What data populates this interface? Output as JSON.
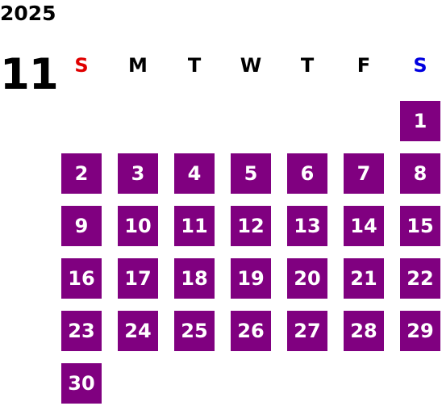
{
  "calendar": {
    "year": "2025",
    "month": "11",
    "weekdays": [
      {
        "label": "S",
        "color": "#e00000"
      },
      {
        "label": "M",
        "color": "#000000"
      },
      {
        "label": "T",
        "color": "#000000"
      },
      {
        "label": "W",
        "color": "#000000"
      },
      {
        "label": "T",
        "color": "#000000"
      },
      {
        "label": "F",
        "color": "#000000"
      },
      {
        "label": "S",
        "color": "#0000e0"
      }
    ],
    "first_weekday_index": 6,
    "days": [
      "1",
      "2",
      "3",
      "4",
      "5",
      "6",
      "7",
      "8",
      "9",
      "10",
      "11",
      "12",
      "13",
      "14",
      "15",
      "16",
      "17",
      "18",
      "19",
      "20",
      "21",
      "22",
      "23",
      "24",
      "25",
      "26",
      "27",
      "28",
      "29",
      "30"
    ],
    "day_background": "#800080",
    "day_text_color": "#ffffff"
  }
}
